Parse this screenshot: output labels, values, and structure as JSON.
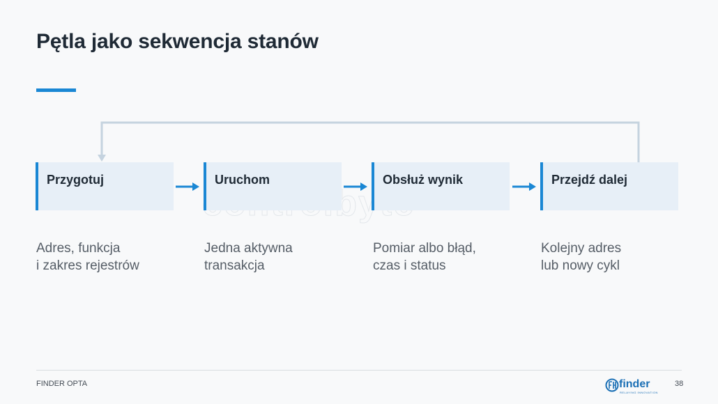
{
  "title": "Pętla jako sekwencja stanów",
  "accent_color": "#1a87d4",
  "watermark": "controlbyte",
  "steps": [
    {
      "label": "Przygotuj",
      "desc": [
        "Adres, funkcja",
        "i zakres rejestrów"
      ]
    },
    {
      "label": "Uruchom",
      "desc": [
        "Jedna aktywna",
        "transakcja"
      ]
    },
    {
      "label": "Obsłuż wynik",
      "desc": [
        "Pomiar albo błąd,",
        "czas i status"
      ]
    },
    {
      "label": "Przejdź dalej",
      "desc": [
        "Kolejny adres",
        "lub nowy cykl"
      ]
    }
  ],
  "footer": {
    "left": "FINDER OPTA",
    "logo_text": "finder",
    "logo_tagline": "RELAYING INNOVATION",
    "page_number": "38"
  }
}
